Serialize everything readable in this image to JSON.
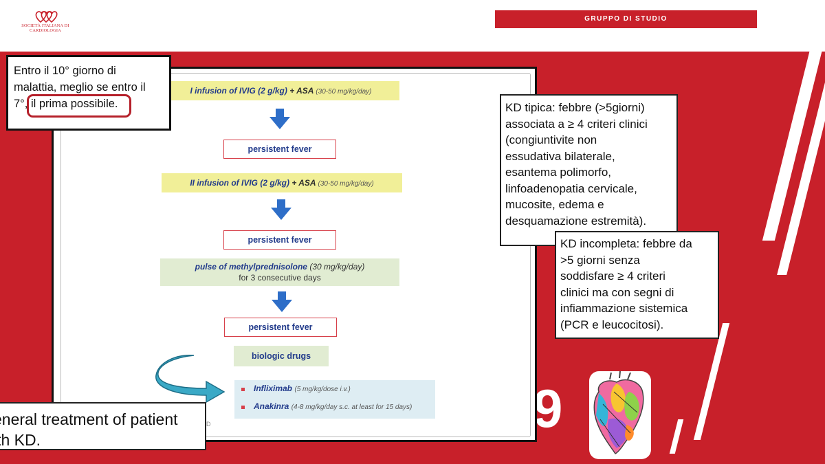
{
  "header": {
    "logo_text": "SOCIETÀ ITALIANA DI CARDIOLOGIA",
    "group_label": "GRUPPO DI STUDIO",
    "title": "CARDIOPATIE CONGENITE E PREVENZIONE CARDIOVASCOLARE IN ETA’ PEDIATRICA"
  },
  "flowchart": {
    "step1": {
      "main": "I infusion of IVIG (2 g/kg)",
      "plus": "+",
      "asa": "ASA",
      "dose": "(30-50 mg/kg/day)"
    },
    "fever1": "persistent fever",
    "step2": {
      "main": "II infusion of IVIG (2 g/kg)",
      "plus": "+",
      "asa": "ASA",
      "dose": "(30-50 mg/kg/day)"
    },
    "fever2": "persistent fever",
    "step3": {
      "main": "pulse of methylprednisolone",
      "dose": "(30 mg/kg/day)",
      "line2": "for 3 consecutive days"
    },
    "fever3": "persistent fever",
    "biologic": "biologic drugs",
    "drugs": [
      {
        "name": "Infliximab",
        "dose": "(5 mg/kg/dose i.v.)"
      },
      {
        "name": "Anakinra",
        "dose": "(4-8 mg/kg/day s.c. at least for 15 days)"
      }
    ],
    "footnote": "D"
  },
  "notes": {
    "timing_line1": "Entro il 10° giorno di",
    "timing_line2": "malattia, meglio se entro il",
    "timing_line3a": "7°, ",
    "timing_line3b": "il prima possibile.",
    "typical": [
      "KD tipica: febbre (>5giorni)",
      "associata a  ≥ 4 criteri clinici",
      "(congiuntivite non",
      "essudativa bilaterale,",
      "esantema polimorfo,",
      "linfoadenopatia cervicale,",
      "mucosite, edema e",
      "desquamazione estremità)."
    ],
    "incomplete": [
      "KD incompleta: febbre da",
      ">5 giorni senza",
      "soddisfare  ≥ 4 criteri",
      "clinici ma con segni di",
      "infiammazione sistemica",
      "(PCR e leucocitosi)."
    ],
    "caption_line1": "eneral treatment of patient",
    "caption_line2": "ith KD."
  },
  "decor": {
    "big_digit": "9",
    "colors": {
      "brand_red": "#c8202a",
      "flow_blue": "#223b8b",
      "arrow_blue": "#2e6ec8",
      "yellow": "#f1ef98",
      "green": "#e1ecd2",
      "light_blue": "#deedf3"
    }
  }
}
